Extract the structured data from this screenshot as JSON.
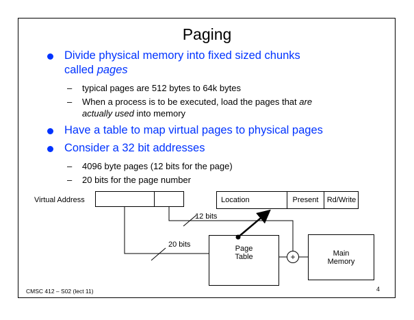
{
  "slide": {
    "title": "Paging",
    "bullets": [
      {
        "line1": "Divide physical memory into fixed sized chunks",
        "line2_pre": "called ",
        "line2_italic": "pages",
        "subs": [
          {
            "text": "typical pages are 512 bytes to 64k bytes"
          },
          {
            "line1_pre": "When a process is to be executed, load the pages that ",
            "line1_italic": "are",
            "line2_italic": "actually used",
            "line2_post": " into memory"
          }
        ]
      },
      {
        "text": "Have a table to map virtual pages to physical pages"
      },
      {
        "text": "Consider a 32 bit addresses",
        "subs": [
          {
            "text": "4096 byte pages (12 bits for the page)"
          },
          {
            "text": "20 bits for the page number"
          }
        ]
      }
    ],
    "sub_dash": "–",
    "diagram": {
      "virtual_address_label": "Virtual Address",
      "table_entry": {
        "location": "Location",
        "present": "Present",
        "rdwrite": "Rd/Write"
      },
      "bits_12": "12 bits",
      "bits_20": "20 bits",
      "page_table": {
        "line1": "Page",
        "line2": "Table"
      },
      "adder_symbol": "+",
      "main_memory": {
        "line1": "Main",
        "line2": "Memory"
      }
    },
    "footer_left": "CMSC 412 – S02  (lect 11)",
    "footer_right": "4"
  },
  "colors": {
    "bullet": "#0033ff",
    "text": "#000000",
    "background": "#ffffff"
  }
}
